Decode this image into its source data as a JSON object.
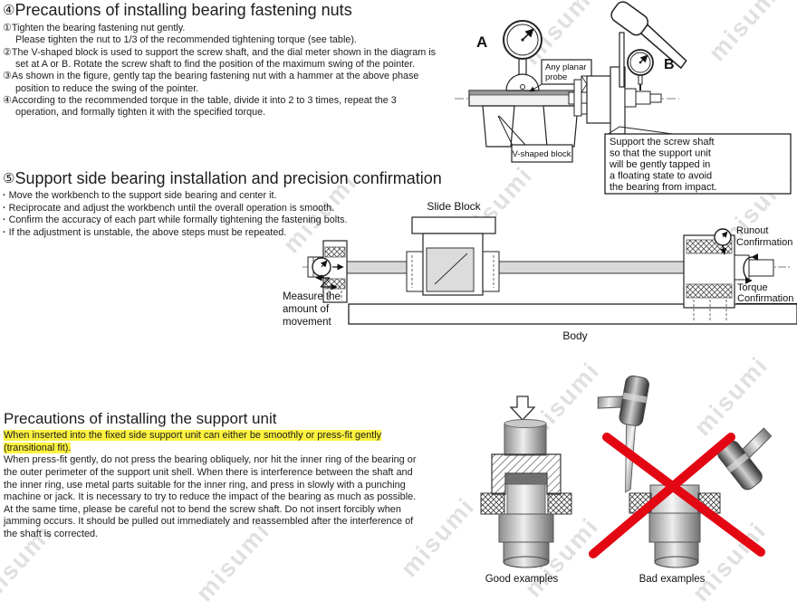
{
  "watermark": "misumi",
  "colors": {
    "highlight": "#fdf23e",
    "red_x": "#e30613"
  },
  "section_nuts": {
    "num": "④",
    "title": "Precautions of installing bearing fastening nuts",
    "steps": [
      {
        "marker": "①",
        "text": "Tighten the bearing fastening nut gently.\nPlease tighten the nut to 1/3 of the recommended tightening torque (see table)."
      },
      {
        "marker": "②",
        "text": "The V-shaped block is used to support the screw shaft, and the dial meter shown in the diagram is set at A or B. Rotate the screw shaft to find the position of the maximum swing of the pointer."
      },
      {
        "marker": "③",
        "text": "As shown in the figure, gently tap the bearing fastening nut with a hammer at the above phase position to reduce the swing of the pointer."
      },
      {
        "marker": "④",
        "text": "According to the recommended torque in the table, divide it into 2 to 3 times, repeat the 3 operation, and formally tighten it with the specified torque."
      }
    ]
  },
  "nut_diagram": {
    "label_a": "A",
    "label_b": "B",
    "probe_note": [
      "Any planar",
      "probe"
    ],
    "vblock_label": "V-shaped block",
    "support_note": [
      "Support the screw shaft",
      "so that the support unit",
      "will be gently tapped in",
      "a floating state to avoid",
      "the bearing from impact."
    ]
  },
  "section_support_bearing": {
    "num": "⑤",
    "title": "Support side bearing installation and precision confirmation",
    "bullet": "·",
    "bullets": [
      "Move the workbench to the support side bearing and center it.",
      "Reciprocate and adjust the workbench until the overall operation is smooth.",
      "Confirm the accuracy of each part while formally tightening the fastening bolts.",
      "If the adjustment is unstable, the above steps must be repeated."
    ]
  },
  "bearing_diagram": {
    "slide_block": "Slide Block",
    "runout": [
      "Runout",
      "Confirmation"
    ],
    "torque": [
      "Torque",
      "Confirmation"
    ],
    "measure": [
      "Measure the",
      "amount of",
      "movement"
    ],
    "body": "Body"
  },
  "section_support_unit": {
    "title": "Precautions of installing the support unit",
    "highlight": "When inserted into the fixed side support unit can either be smoothly or press-fit gently (transitional fit).",
    "body": "When press-fit gently, do not press the bearing obliquely, nor hit the inner ring of the bearing or the outer perimeter of the support unit shell. When there is interference between the shaft and the inner ring, use metal parts suitable for the inner ring, and press in slowly with a punching machine or jack. It is necessary to try to reduce the impact of the bearing as much as possible. At the same time, please be careful not to bend the screw shaft. Do not insert forcibly when jamming occurs. It should be pulled out immediately and reassembled after the interference of the shaft is corrected."
  },
  "examples": {
    "good": "Good examples",
    "bad": "Bad examples"
  }
}
